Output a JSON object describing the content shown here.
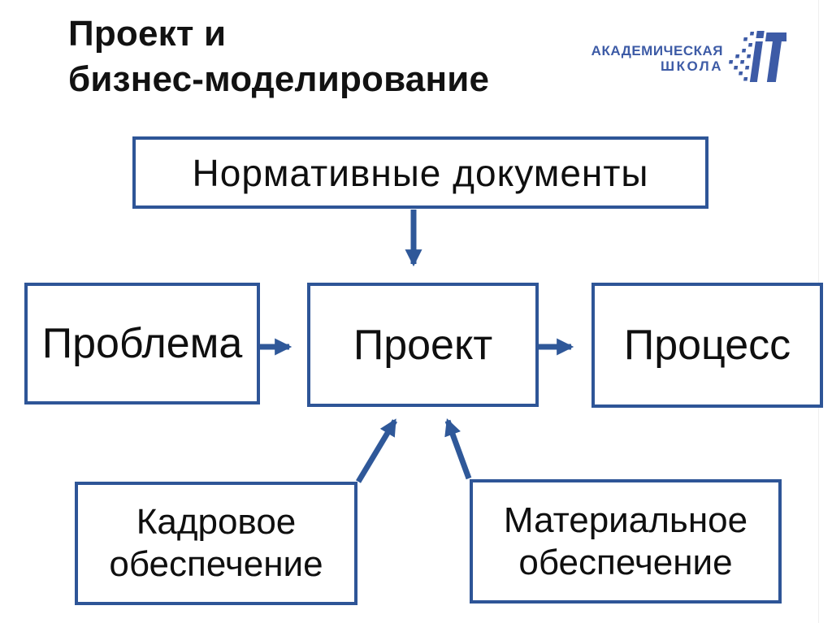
{
  "title": {
    "line1": "Проект и",
    "line2": "бизнес-моделирование"
  },
  "logo": {
    "name": "Академическая школа IT",
    "line1": "АКАДЕМИЧЕСКАЯ",
    "line2": "ШКОЛА",
    "glyph": "IT",
    "color": "#3D5BA6"
  },
  "diagram": {
    "type": "flowchart",
    "colors": {
      "box_border": "#2E5597",
      "arrow": "#2F5899",
      "text": "#0F0F0F",
      "background": "#FFFFFF"
    },
    "boxes": {
      "norm_docs": {
        "label": "Нормативные документы"
      },
      "problema": {
        "label": "Проблема"
      },
      "proekt": {
        "label": "Проект"
      },
      "process": {
        "label": "Процесс"
      },
      "kadrovoe": {
        "label": "Кадровое обеспечение"
      },
      "material": {
        "label": "Материальное обеспечение"
      }
    },
    "edges": [
      {
        "from": "norm_docs",
        "to": "proekt",
        "direction": "down"
      },
      {
        "from": "problema",
        "to": "proekt",
        "direction": "right"
      },
      {
        "from": "proekt",
        "to": "process",
        "direction": "right"
      },
      {
        "from": "kadrovoe",
        "to": "proekt",
        "direction": "up-right"
      },
      {
        "from": "material",
        "to": "proekt",
        "direction": "up-left"
      }
    ]
  }
}
